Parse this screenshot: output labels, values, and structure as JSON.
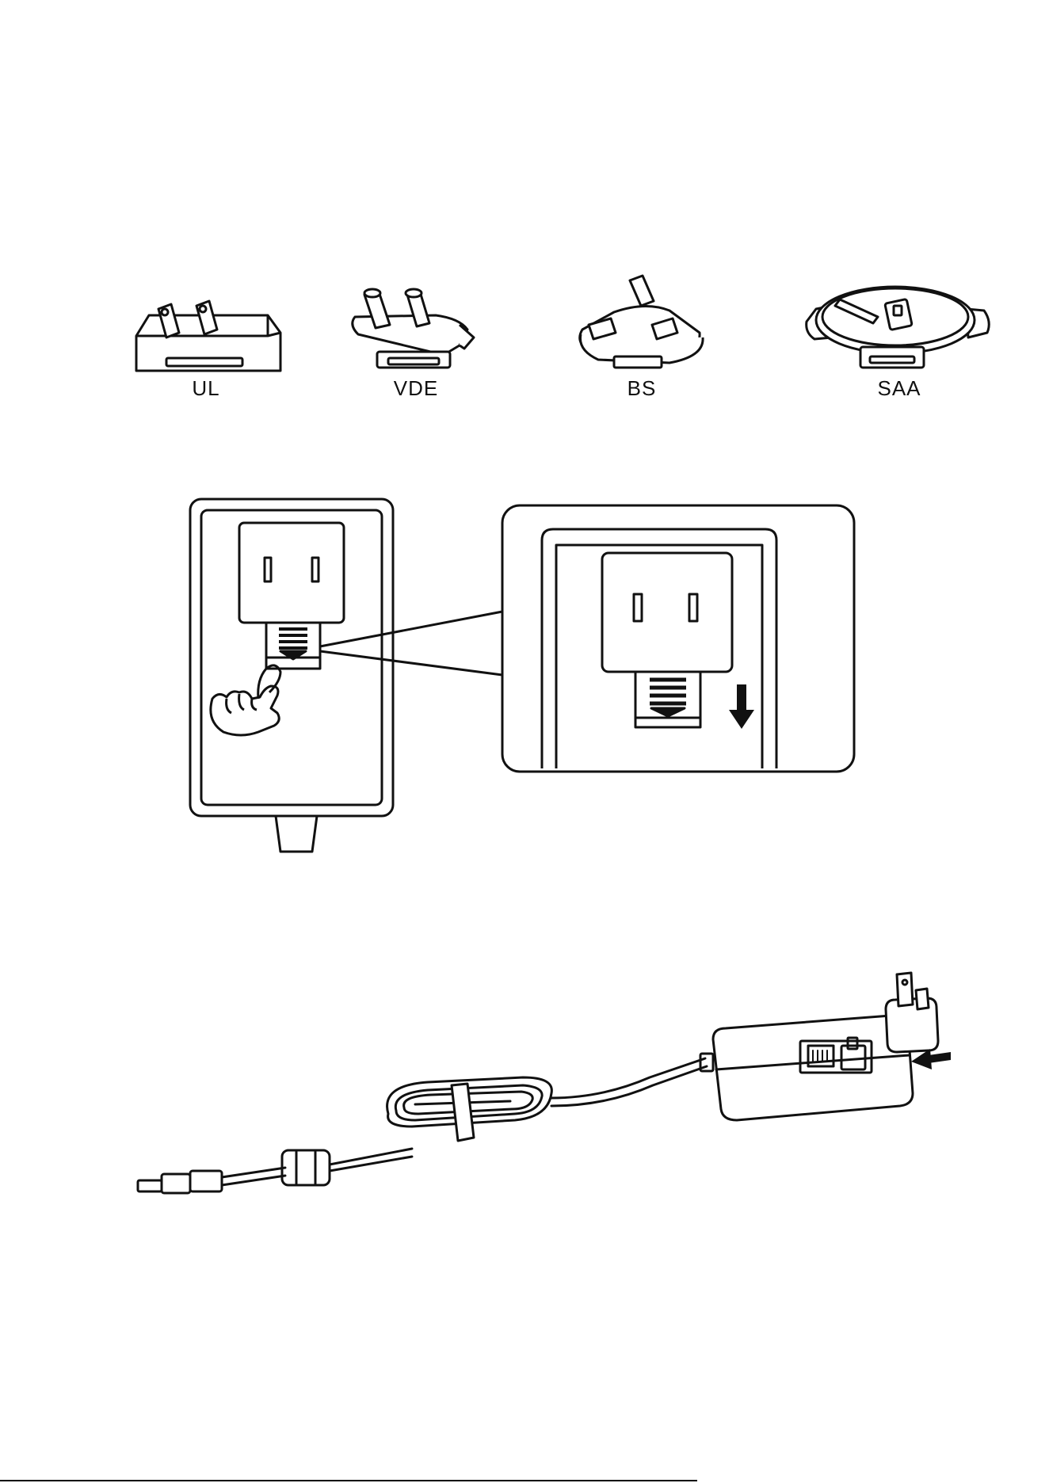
{
  "plugs": [
    {
      "label": "UL"
    },
    {
      "label": "VDE"
    },
    {
      "label": "BS"
    },
    {
      "label": "SAA"
    }
  ]
}
